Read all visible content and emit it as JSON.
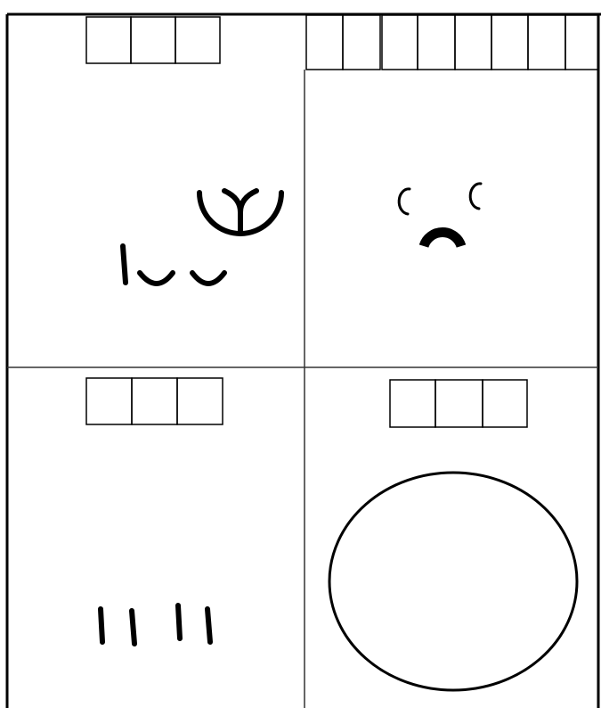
{
  "panels": [
    {
      "id": "top-left",
      "box_count": 3,
      "figure": "fork-and-cups"
    },
    {
      "id": "top-right",
      "box_count": 8,
      "figure": "face-eyes-and-arch"
    },
    {
      "id": "bottom-left",
      "box_count": 3,
      "figure": "four-strokes"
    },
    {
      "id": "bottom-right",
      "box_count": 3,
      "figure": "ellipse"
    }
  ],
  "colors": {
    "ink": "#000000",
    "paper": "#ffffff",
    "divider": "#333333"
  }
}
